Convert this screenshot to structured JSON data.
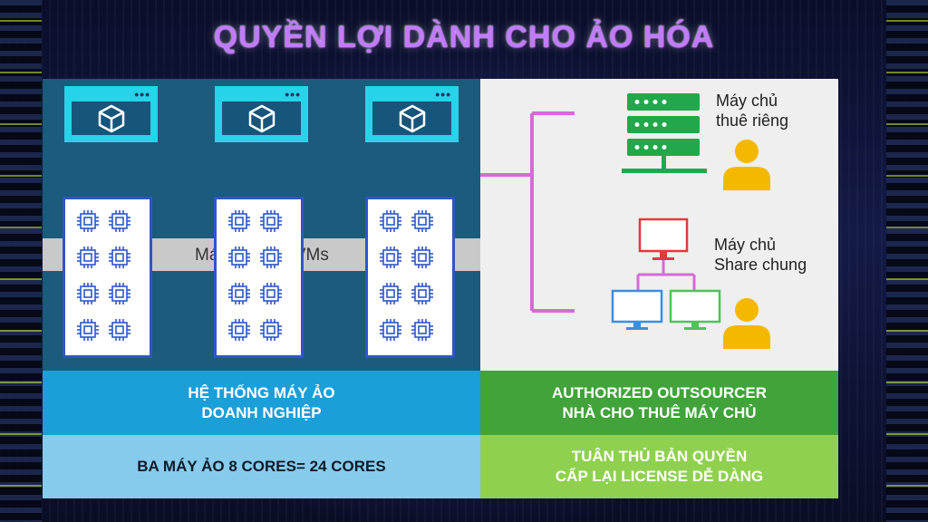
{
  "title": "QUYỀN LỢI DÀNH CHO ẢO HÓA",
  "vm_label": "Máy Chủ Ảo VMs",
  "dedicated_server": {
    "line1": "Máy chủ",
    "line2": "thuê riêng"
  },
  "shared_server": {
    "line1": "Máy chủ",
    "line2": "Share chung"
  },
  "bands": {
    "enterprise": {
      "line1": "HỆ THỐNG MÁY ẢO",
      "line2": "DOANH NGHIỆP"
    },
    "outsourcer": {
      "line1": "AUTHORIZED OUTSOURCER",
      "line2": "NHÀ CHO THUÊ MÁY CHỦ"
    },
    "cores": {
      "line1": "BA MÁY ẢO 8 CORES= 24 CORES"
    },
    "license": {
      "line1": "TUÂN THỦ BẢN QUYỀN",
      "line2": "CẤP LẠI LICENSE DỄ DÀNG"
    }
  },
  "colors": {
    "title": "#c27bff",
    "vm_window": "#27d3e8",
    "panel_left": "#1b5b7c",
    "connector": "#d46bd6",
    "server_green": "#22a84a",
    "person_yellow": "#f5b800",
    "monitor_red": "#e03b3b",
    "monitor_blue": "#3b8fe0",
    "monitor_green": "#4fc35a"
  },
  "icons": [
    "cube-icon",
    "cpu-chip-icon",
    "server-stack-icon",
    "person-icon",
    "monitor-icon"
  ]
}
